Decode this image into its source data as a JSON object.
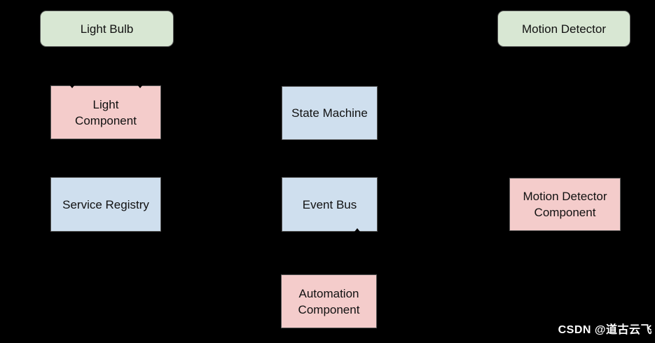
{
  "diagram": {
    "background": "#000000",
    "palette": {
      "device_fill": "#d8e7d3",
      "core_fill": "#cfdfee",
      "component_fill": "#f4cccb",
      "border": "#555555",
      "text": "#111111",
      "watermark_color": "#ffffff"
    },
    "nodes": {
      "light_bulb": {
        "label": "Light Bulb"
      },
      "motion_detector": {
        "label": "Motion Detector"
      },
      "light_component": {
        "label": "Light\nComponent"
      },
      "state_machine": {
        "label": "State Machine"
      },
      "service_registry": {
        "label": "Service Registry"
      },
      "event_bus": {
        "label": "Event Bus"
      },
      "motion_detector_component": {
        "label": "Motion Detector\nComponent"
      },
      "automation_component": {
        "label": "Automation\nComponent"
      }
    },
    "watermark": "CSDN @道古云飞"
  }
}
